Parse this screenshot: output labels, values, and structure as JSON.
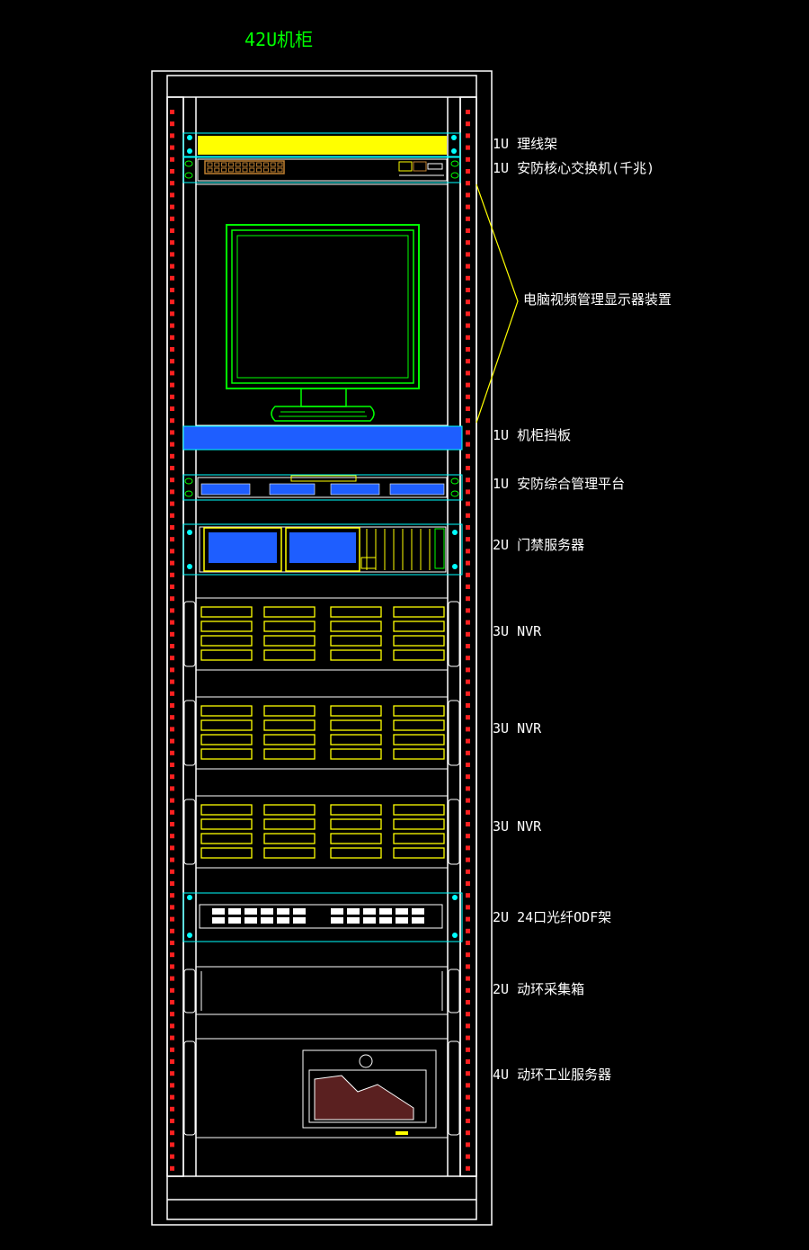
{
  "title": "42U机柜",
  "colors": {
    "background": "#000000",
    "frame": "#ffffff",
    "title": "#00ff00",
    "accent_cyan": "#00ffff",
    "accent_yellow": "#ffff00",
    "accent_blue": "#1e5eff",
    "monitor_green": "#00ff00",
    "unit_numbers": "#ff2020",
    "callout": "#ffff00",
    "server_graphic": "#5a2020"
  },
  "devices": [
    {
      "id": "cable-manager",
      "label": "1U  理线架"
    },
    {
      "id": "core-switch",
      "label": "1U  安防核心交换机(千兆)"
    },
    {
      "id": "monitor",
      "label": "电脑视频管理显示器装置"
    },
    {
      "id": "blank-panel",
      "label": "1U  机柜挡板"
    },
    {
      "id": "security-platform",
      "label": "1U  安防综合管理平台"
    },
    {
      "id": "access-server",
      "label": "2U  门禁服务器"
    },
    {
      "id": "nvr-1",
      "label": "3U NVR"
    },
    {
      "id": "nvr-2",
      "label": "3U NVR"
    },
    {
      "id": "nvr-3",
      "label": "3U NVR"
    },
    {
      "id": "odf",
      "label": "2U 24口光纤ODF架"
    },
    {
      "id": "env-box",
      "label": "2U  动环采集箱"
    },
    {
      "id": "industrial-server",
      "label": "4U  动环工业服务器"
    }
  ]
}
